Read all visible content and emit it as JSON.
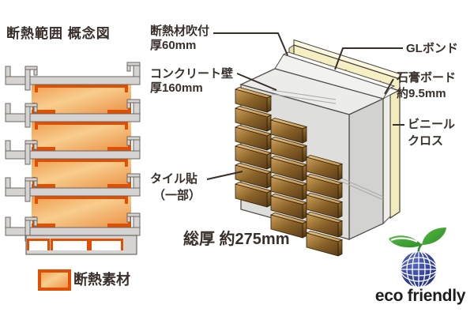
{
  "title": "断熱範囲 概念図",
  "left_diagram": {
    "legend_label": "断熱素材"
  },
  "wall_diagram": {
    "labels": {
      "spray": {
        "line1": "断熱材吹付",
        "line2": "厚60mm"
      },
      "concrete": {
        "line1": "コンクリート壁",
        "line2": "厚160mm"
      },
      "gl_bond": "GLボンド",
      "gypsum": {
        "line1": "石膏ボード",
        "line2": "約9.5mm"
      },
      "vinyl": {
        "line1": "ビニール",
        "line2": "クロス"
      },
      "tile": {
        "line1": "タイル貼",
        "line2": "（一部）"
      },
      "total_thickness": "総厚 約275mm"
    }
  },
  "logo": {
    "caption": "eco friendly"
  },
  "colors": {
    "text": "#382F2B",
    "insulation_accent": "#E04F02",
    "insulation_fill_light": "#F8CD8E",
    "insulation_fill_deep": "#EE9C4E",
    "structure_gray": "#D6D4D2",
    "structure_outline": "#6B6662",
    "concrete_gray": "#DEDEDC",
    "spray_white": "#F2F2F0",
    "gypsum_cream": "#F5EFC3",
    "gl_bond_yellow": "#FFD300",
    "tile_brown": "#8A6228",
    "globe_blue": "#26338C",
    "leaf_green": "#2E8F2C"
  }
}
